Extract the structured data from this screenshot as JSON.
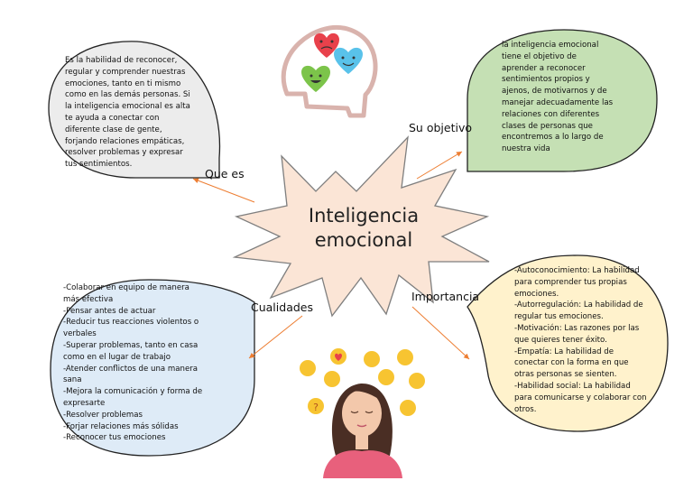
{
  "center": {
    "line1": "Inteligencia",
    "line2": "emocional"
  },
  "branches": {
    "que_es": {
      "label": "Que es",
      "text": "Es la habilidad de reconocer,\nregular y comprender nuestras\nemociones, tanto en ti mismo\ncomo en las demás personas. Si\nla inteligencia emocional es alta\nte ayuda a conectar con\ndiferente clase de gente,\nforjando relaciones empáticas,\nresolver problemas y expresar\ntus sentimientos."
    },
    "objetivo": {
      "label": "Su objetivo",
      "text": "la inteligencia emocional\ntiene el objetivo de\naprender a reconocer\nsentimientos propios y\najenos, de motivarnos y de\nmanejar adecuadamente las\nrelaciones con diferentes\nclases de personas que\nencontremos a lo largo de\nnuestra vida"
    },
    "cualidades": {
      "label": "Cualidades",
      "text": "-Colaborar en equipo de manera\nmás efectiva\n-Pensar antes de actuar\n-Reducir tus reacciones violentos o\nverbales\n-Superar problemas, tanto en casa\ncomo en el lugar de trabajo\n-Atender conflictos de una manera\nsana\n-Mejora la comunicación y forma de\nexpresarte\n-Resolver problemas\n-Forjar relaciones más sólidas\n-Reconocer tus emociones"
    },
    "importancia": {
      "label": "Importancia",
      "text": "-Autoconocimiento: La habilidad\npara comprender tus propias\nemociones.\n-Autorregulación: La habilidad de\nregular tus emociones.\n-Motivación: Las razones por las\nque quieres tener éxito.\n-Empatía: La habilidad de\nconectar con la forma en que\notras personas se sienten.\n-Habilidad social: La habilidad\npara comunicarse y colaborar con\notros."
    }
  },
  "colors": {
    "star_fill": "#fbe5d6",
    "star_stroke": "#7f7f7f",
    "que_es_fill": "#ececec",
    "objetivo_fill": "#c5e0b4",
    "cualidades_fill": "#deebf7",
    "importancia_fill": "#fff2cc",
    "arrow": "#ed7d31"
  }
}
